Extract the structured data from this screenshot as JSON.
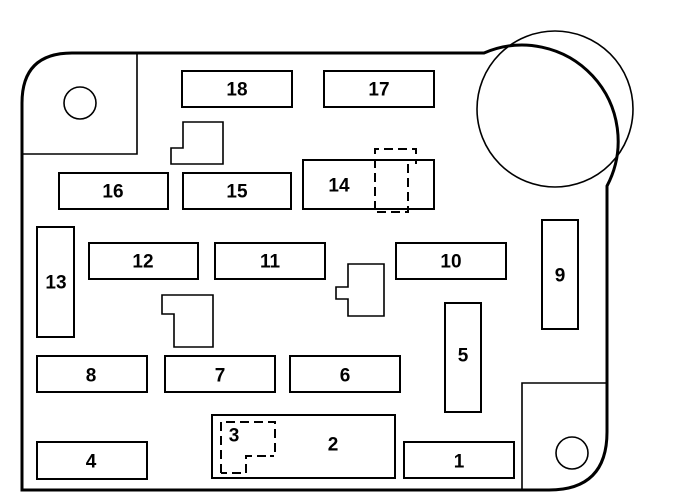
{
  "diagram": {
    "title": "Fuse box layout",
    "fuses": {
      "f1": "1",
      "f2": "2",
      "f3": "3",
      "f4": "4",
      "f5": "5",
      "f6": "6",
      "f7": "7",
      "f8": "8",
      "f9": "9",
      "f10": "10",
      "f11": "11",
      "f12": "12",
      "f13": "13",
      "f14": "14",
      "f15": "15",
      "f16": "16",
      "f17": "17",
      "f18": "18"
    },
    "colors": {
      "stroke": "#000000",
      "background": "#ffffff"
    }
  }
}
